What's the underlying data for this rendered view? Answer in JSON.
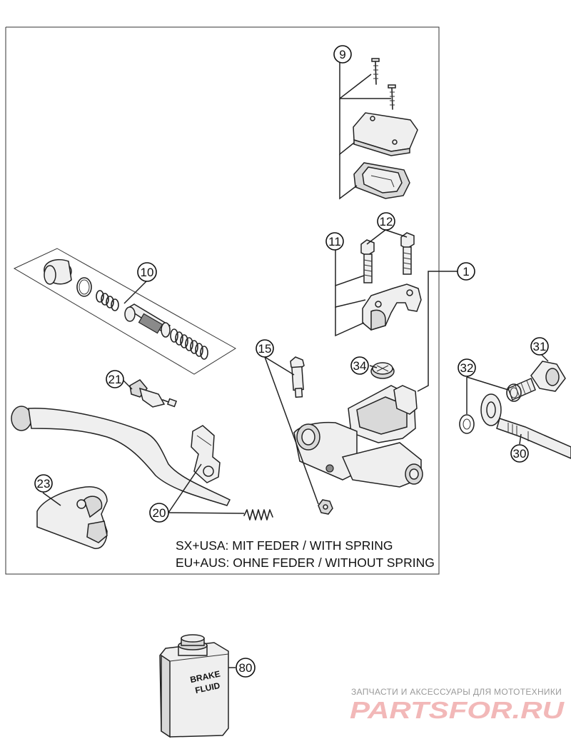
{
  "callouts": [
    {
      "id": "c1",
      "label": "1"
    },
    {
      "id": "c9",
      "label": "9"
    },
    {
      "id": "c10",
      "label": "10"
    },
    {
      "id": "c11",
      "label": "11"
    },
    {
      "id": "c12",
      "label": "12"
    },
    {
      "id": "c15",
      "label": "15"
    },
    {
      "id": "c20",
      "label": "20"
    },
    {
      "id": "c21",
      "label": "21"
    },
    {
      "id": "c23",
      "label": "23"
    },
    {
      "id": "c30",
      "label": "30"
    },
    {
      "id": "c31",
      "label": "31"
    },
    {
      "id": "c32",
      "label": "32"
    },
    {
      "id": "c34",
      "label": "34"
    },
    {
      "id": "c80",
      "label": "80"
    }
  ],
  "notes": {
    "line1": "SX+USA:  MIT FEDER / WITH SPRING",
    "line2": "EU+AUS:  OHNE FEDER / WITHOUT SPRING"
  },
  "bottle": {
    "label_line1": "BRAKE",
    "label_line2": "FLUID"
  },
  "watermark": {
    "subtitle": "ЗАПЧАСТИ И АКСЕССУАРЫ ДЛЯ МОТОТЕХНИКИ",
    "brand": "PARTSFOR.RU",
    "color": "#f2b8b8"
  }
}
